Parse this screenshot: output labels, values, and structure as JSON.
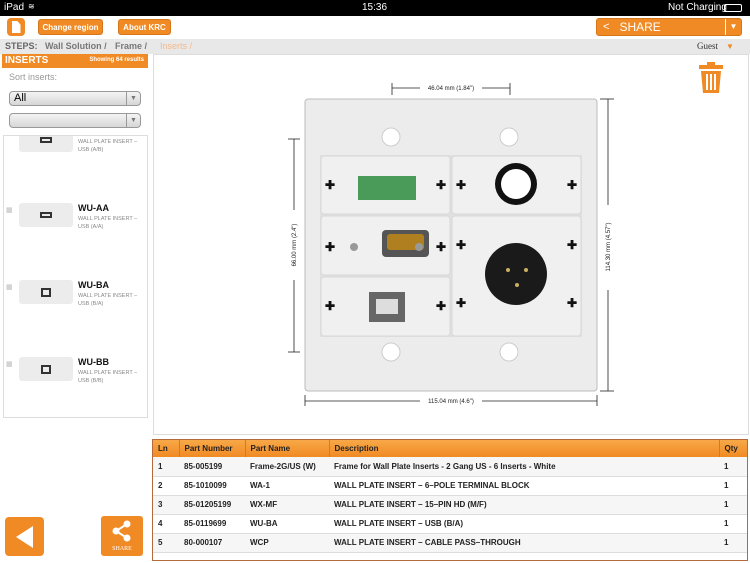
{
  "status_bar": {
    "device": "iPad",
    "time": "15:36",
    "battery": "Not Charging"
  },
  "toolbar": {
    "change_region": "Change region",
    "about": "About KRC",
    "share": "SHARE"
  },
  "steps": {
    "label": "STEPS:",
    "items": [
      "Wall Solution",
      "Frame",
      "Inserts"
    ],
    "user": "Guest"
  },
  "inserts_panel": {
    "title": "INSERTS",
    "results": "Showing  64  results",
    "sort_label": "Sort inserts:",
    "sort_value": "All",
    "sub_value": "",
    "items": [
      {
        "code": "",
        "desc": "WALL PLATE INSERT – USB (A/B)"
      },
      {
        "code": "WU-AA",
        "desc": "WALL PLATE INSERT – USB (A/A)"
      },
      {
        "code": "WU-BA",
        "desc": "WALL PLATE INSERT – USB (B/A)"
      },
      {
        "code": "WU-BB",
        "desc": "WALL PLATE INSERT – USB (B/B)"
      }
    ]
  },
  "diagram": {
    "top_dim": "46.04 mm (1.84\")",
    "left_dim": "66.00 mm (2.4\")",
    "right_dim": "114.30 mm (4.57\")",
    "bottom_dim": "115.04 mm (4.6\")"
  },
  "table": {
    "headers": [
      "Ln",
      "Part Number",
      "Part Name",
      "Description",
      "Qty"
    ],
    "rows": [
      [
        "1",
        "85-005199",
        "Frame-2G/US (W)",
        "Frame for Wall Plate Inserts - 2 Gang US - 6 Inserts - White",
        "1"
      ],
      [
        "2",
        "85-1010099",
        "WA-1",
        "WALL PLATE INSERT – 6–POLE TERMINAL BLOCK",
        "1"
      ],
      [
        "3",
        "85-01205199",
        "WX-MF",
        "WALL PLATE INSERT – 15–PIN HD (M/F)",
        "1"
      ],
      [
        "4",
        "85-0119699",
        "WU-BA",
        "WALL PLATE INSERT – USB (B/A)",
        "1"
      ],
      [
        "5",
        "80-000107",
        "WCP",
        "WALL PLATE INSERT – CABLE PASS–THROUGH",
        "1"
      ]
    ]
  },
  "bottom": {
    "share_label": "SHARE"
  },
  "colors": {
    "accent": "#f08a24"
  }
}
